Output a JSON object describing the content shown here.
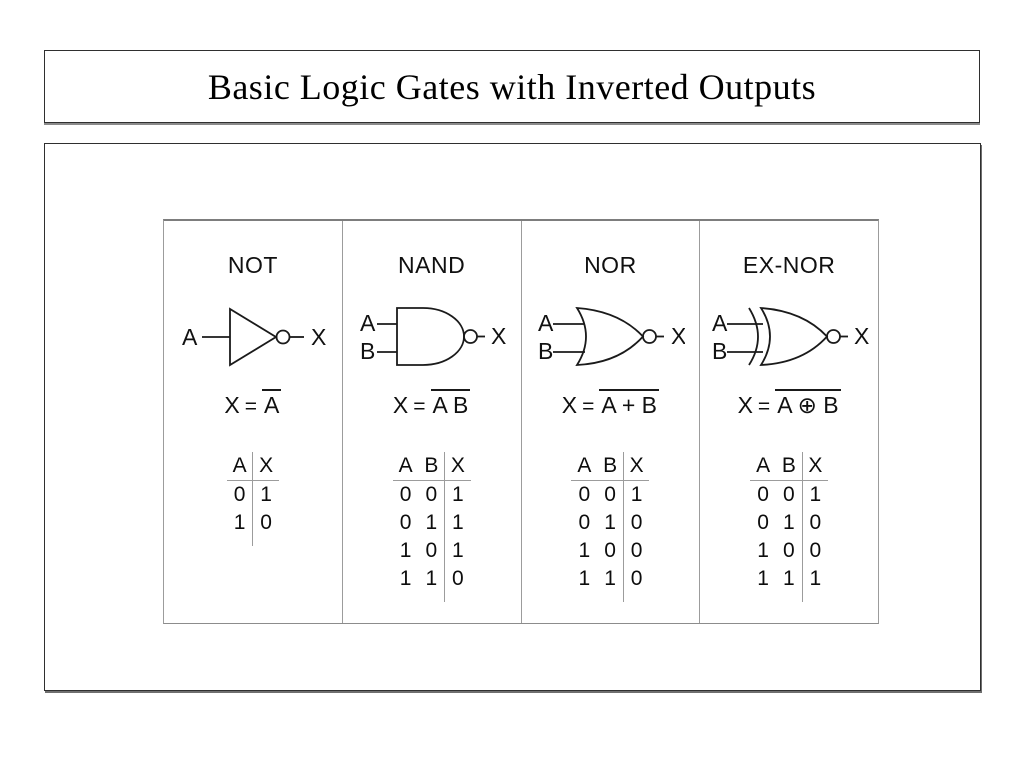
{
  "slide": {
    "title": "Basic Logic Gates with Inverted Outputs"
  },
  "panels": [
    {
      "name": "NOT",
      "gate_symbol": "not-gate-with-inversion-bubble",
      "input_labels": [
        "A"
      ],
      "output_label": "X",
      "equation": {
        "lhs": "X",
        "eq": "=",
        "overline": "A"
      },
      "truth_table": {
        "headers": [
          "A",
          "X"
        ],
        "rows": [
          [
            "0",
            "1"
          ],
          [
            "1",
            "0"
          ]
        ]
      }
    },
    {
      "name": "NAND",
      "gate_symbol": "nand-gate-with-inversion-bubble",
      "input_labels": [
        "A",
        "B"
      ],
      "output_label": "X",
      "equation": {
        "lhs": "X",
        "eq": "=",
        "overline": "A B"
      },
      "truth_table": {
        "headers": [
          "A",
          "B",
          "X"
        ],
        "rows": [
          [
            "0",
            "0",
            "1"
          ],
          [
            "0",
            "1",
            "1"
          ],
          [
            "1",
            "0",
            "1"
          ],
          [
            "1",
            "1",
            "0"
          ]
        ]
      }
    },
    {
      "name": "NOR",
      "gate_symbol": "nor-gate-with-inversion-bubble",
      "input_labels": [
        "A",
        "B"
      ],
      "output_label": "X",
      "equation": {
        "lhs": "X",
        "eq": "=",
        "overline": "A + B"
      },
      "truth_table": {
        "headers": [
          "A",
          "B",
          "X"
        ],
        "rows": [
          [
            "0",
            "0",
            "1"
          ],
          [
            "0",
            "1",
            "0"
          ],
          [
            "1",
            "0",
            "0"
          ],
          [
            "1",
            "1",
            "0"
          ]
        ]
      }
    },
    {
      "name": "EX-NOR",
      "gate_symbol": "exnor-gate-with-inversion-bubble",
      "input_labels": [
        "A",
        "B"
      ],
      "output_label": "X",
      "equation": {
        "lhs": "X",
        "eq": "=",
        "overline": "A ⊕ B"
      },
      "truth_table": {
        "headers": [
          "A",
          "B",
          "X"
        ],
        "rows": [
          [
            "0",
            "0",
            "1"
          ],
          [
            "0",
            "1",
            "0"
          ],
          [
            "1",
            "0",
            "0"
          ],
          [
            "1",
            "1",
            "1"
          ]
        ]
      }
    }
  ],
  "colors": {
    "line": "#1a1a1a",
    "grid": "#9c9c9c"
  }
}
